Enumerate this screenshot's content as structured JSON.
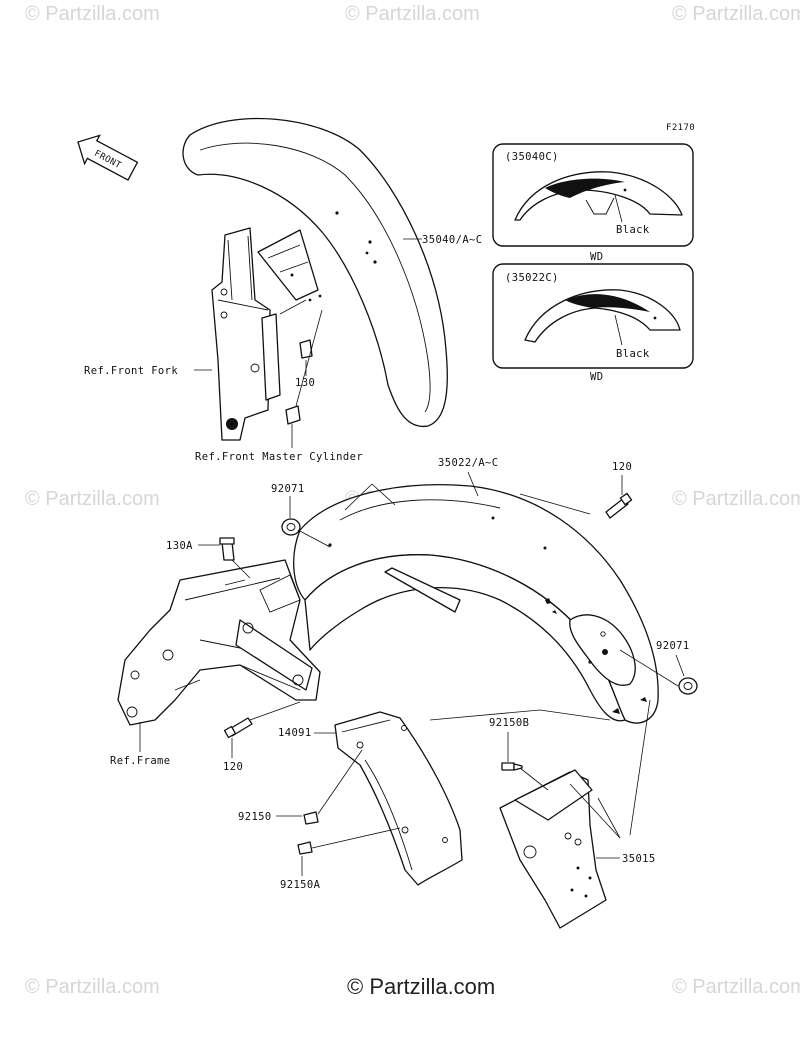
{
  "figure_id": "F2170",
  "front_arrow_label": "FRONT",
  "watermark": "© Partzilla.com",
  "footer_credit": "© Partzilla.com",
  "callouts": {
    "front_fender_assy": "35040/A~C",
    "ref_front_fork": "Ref.Front Fork",
    "bolt_130": "130",
    "ref_front_master_cylinder": "Ref.Front Master Cylinder",
    "rear_fender_assy": "35022/A~C",
    "bolt_120_top": "120",
    "grommet_92071_left": "92071",
    "bolt_130A": "130A",
    "grommet_92071_right": "92071",
    "flap_14091": "14091",
    "bolt_92150B": "92150B",
    "ref_frame": "Ref.Frame",
    "bolt_120_bottom": "120",
    "bolt_92150": "92150",
    "flap_35015": "35015",
    "bolt_92150A": "92150A"
  },
  "variant_boxes": [
    {
      "code": "(35040C)",
      "color": "Black",
      "market": "WD"
    },
    {
      "code": "(35022C)",
      "color": "Black",
      "market": "WD"
    }
  ]
}
